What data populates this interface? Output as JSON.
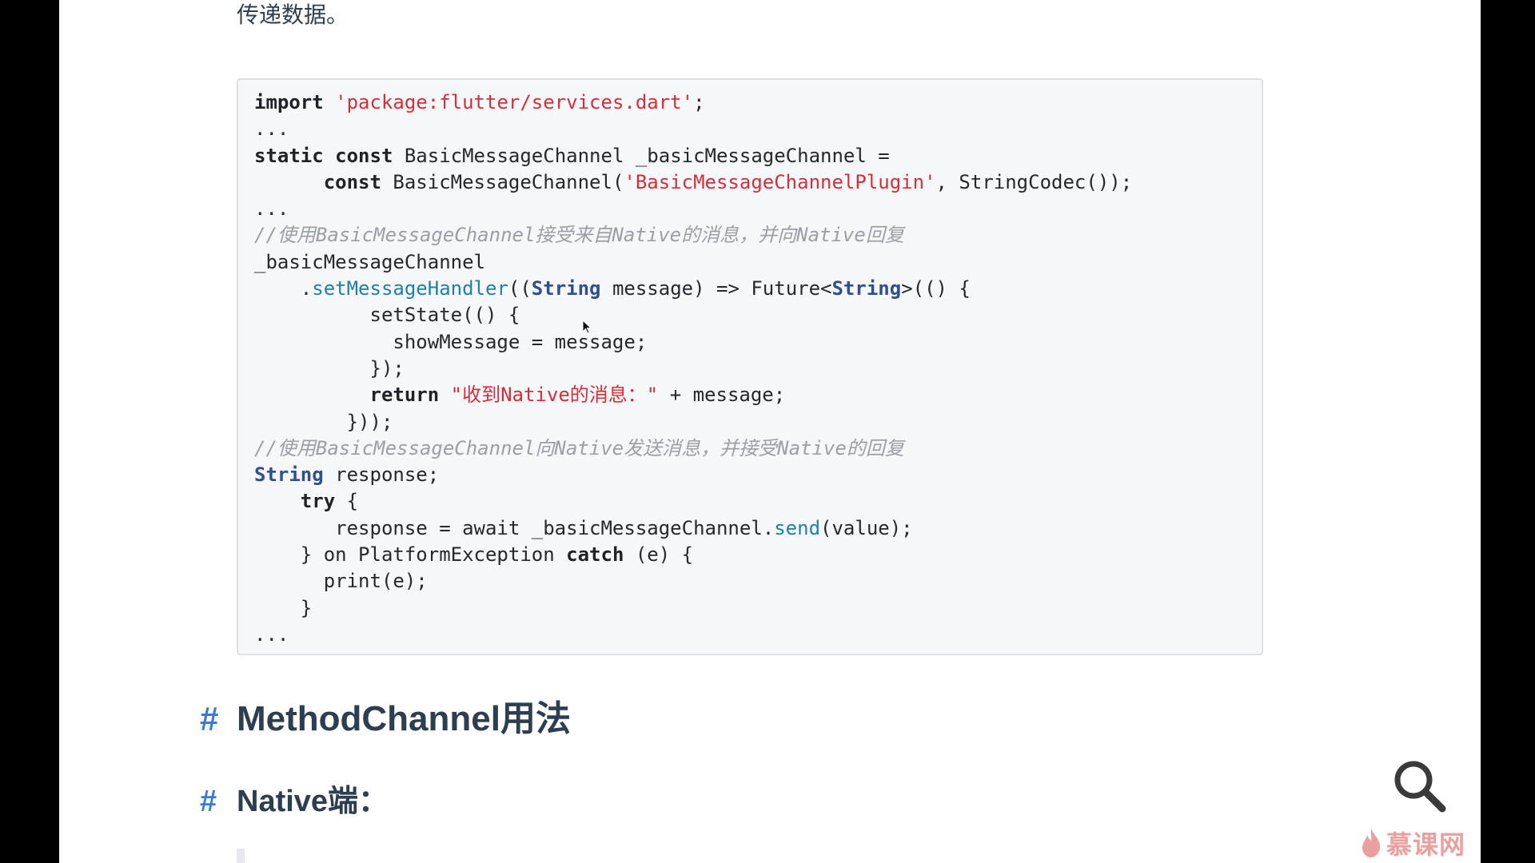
{
  "doc": {
    "lead_text": "传递数据。",
    "code": {
      "lines": [
        {
          "segments": [
            {
              "t": "import",
              "c": "kw"
            },
            {
              "t": " ",
              "c": ""
            },
            {
              "t": "'package:flutter/services.dart'",
              "c": "str"
            },
            {
              "t": ";",
              "c": ""
            }
          ]
        },
        {
          "segments": [
            {
              "t": "...",
              "c": ""
            }
          ]
        },
        {
          "segments": [
            {
              "t": "static",
              "c": "kw"
            },
            {
              "t": " ",
              "c": ""
            },
            {
              "t": "const",
              "c": "kw"
            },
            {
              "t": " BasicMessageChannel _basicMessageChannel =",
              "c": ""
            }
          ]
        },
        {
          "segments": [
            {
              "t": "      ",
              "c": ""
            },
            {
              "t": "const",
              "c": "kw"
            },
            {
              "t": " BasicMessageChannel(",
              "c": ""
            },
            {
              "t": "'BasicMessageChannelPlugin'",
              "c": "str"
            },
            {
              "t": ", StringCodec());",
              "c": ""
            }
          ]
        },
        {
          "segments": [
            {
              "t": "...",
              "c": ""
            }
          ]
        },
        {
          "segments": [
            {
              "t": "//使用BasicMessageChannel接受来自Native的消息，并向Native回复",
              "c": "cmt"
            }
          ]
        },
        {
          "segments": [
            {
              "t": "_basicMessageChannel",
              "c": ""
            }
          ]
        },
        {
          "segments": [
            {
              "t": "    .",
              "c": ""
            },
            {
              "t": "setMessageHandler",
              "c": "fn"
            },
            {
              "t": "((",
              "c": ""
            },
            {
              "t": "String",
              "c": "ty"
            },
            {
              "t": " message) => Future<",
              "c": ""
            },
            {
              "t": "String",
              "c": "ty"
            },
            {
              "t": ">(() {",
              "c": ""
            }
          ]
        },
        {
          "segments": [
            {
              "t": "          setState(() {",
              "c": ""
            }
          ]
        },
        {
          "segments": [
            {
              "t": "            showMessage = message;",
              "c": ""
            }
          ]
        },
        {
          "segments": [
            {
              "t": "          });",
              "c": ""
            }
          ]
        },
        {
          "segments": [
            {
              "t": "          ",
              "c": ""
            },
            {
              "t": "return",
              "c": "kw"
            },
            {
              "t": " ",
              "c": ""
            },
            {
              "t": "\"收到Native的消息：\"",
              "c": "str"
            },
            {
              "t": " + message;",
              "c": ""
            }
          ]
        },
        {
          "segments": [
            {
              "t": "        }));",
              "c": ""
            }
          ]
        },
        {
          "segments": [
            {
              "t": "//使用BasicMessageChannel向Native发送消息，并接受Native的回复",
              "c": "cmt"
            }
          ]
        },
        {
          "segments": [
            {
              "t": "String",
              "c": "ty"
            },
            {
              "t": " response;",
              "c": ""
            }
          ]
        },
        {
          "segments": [
            {
              "t": "    ",
              "c": ""
            },
            {
              "t": "try",
              "c": "kw"
            },
            {
              "t": " {",
              "c": ""
            }
          ]
        },
        {
          "segments": [
            {
              "t": "       response = await _basicMessageChannel.",
              "c": ""
            },
            {
              "t": "send",
              "c": "fn"
            },
            {
              "t": "(value);",
              "c": ""
            }
          ]
        },
        {
          "segments": [
            {
              "t": "    } on PlatformException ",
              "c": ""
            },
            {
              "t": "catch",
              "c": "kw"
            },
            {
              "t": " (e) {",
              "c": ""
            }
          ]
        },
        {
          "segments": [
            {
              "t": "      print(e);",
              "c": ""
            }
          ]
        },
        {
          "segments": [
            {
              "t": "    }",
              "c": ""
            }
          ]
        },
        {
          "segments": [
            {
              "t": "...",
              "c": ""
            }
          ]
        }
      ]
    },
    "heading_h2": {
      "hash": "#",
      "text": "MethodChannel用法"
    },
    "heading_h3": {
      "hash": "#",
      "text": "Native端："
    }
  },
  "overlay": {
    "search_icon": "search-icon",
    "watermark_text": "慕课网",
    "watermark_icon": "flame-icon",
    "accent_color": "#3a7bd5"
  }
}
